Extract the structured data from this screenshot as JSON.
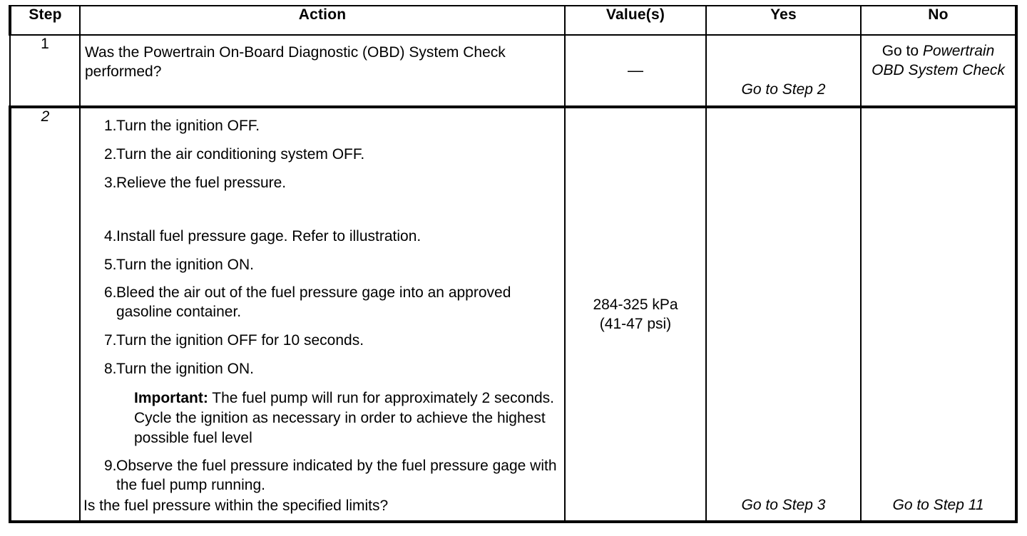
{
  "table": {
    "headers": {
      "step": "Step",
      "action": "Action",
      "values": "Value(s)",
      "yes": "Yes",
      "no": "No"
    },
    "rows": [
      {
        "step": "1",
        "step_italic": false,
        "action_question": "Was the Powertrain On-Board Diagnostic (OBD) System Check performed?",
        "value": "—",
        "yes": "Go to Step 2",
        "no_prefix": "Go to ",
        "no_italic": "Powertrain OBD System Check"
      },
      {
        "step": "2",
        "step_italic": true,
        "steps": [
          {
            "num": "1.",
            "text": "Turn the ignition OFF."
          },
          {
            "num": "2.",
            "text": "Turn the air conditioning system OFF."
          },
          {
            "num": "3.",
            "text": "Relieve the fuel pressure."
          },
          {
            "num": "4.",
            "text": "Install fuel pressure gage. Refer to illustration."
          },
          {
            "num": "5.",
            "text": "Turn the ignition ON."
          },
          {
            "num": "6.",
            "text": "Bleed the air out of the fuel pressure gage into an approved gasoline container."
          },
          {
            "num": "7.",
            "text": "Turn the ignition OFF for 10 seconds."
          },
          {
            "num": "8.",
            "text": "Turn the ignition ON."
          }
        ],
        "important_label": "Important:",
        "important_text": " The fuel pump will run for approximately 2 seconds. Cycle the ignition as necessary in order to achieve the highest possible fuel level",
        "step9_num": "9.",
        "step9_text": "Observe the fuel pressure indicated by the fuel pressure gage with the fuel pump running.",
        "final_question": "Is the fuel pressure within the specified limits?",
        "value_line1": "284-325 kPa",
        "value_line2": "(41-47 psi)",
        "yes": "Go to Step 3",
        "no": "Go to Step 11"
      }
    ]
  },
  "colors": {
    "ink": "#000000",
    "paper": "#ffffff"
  }
}
